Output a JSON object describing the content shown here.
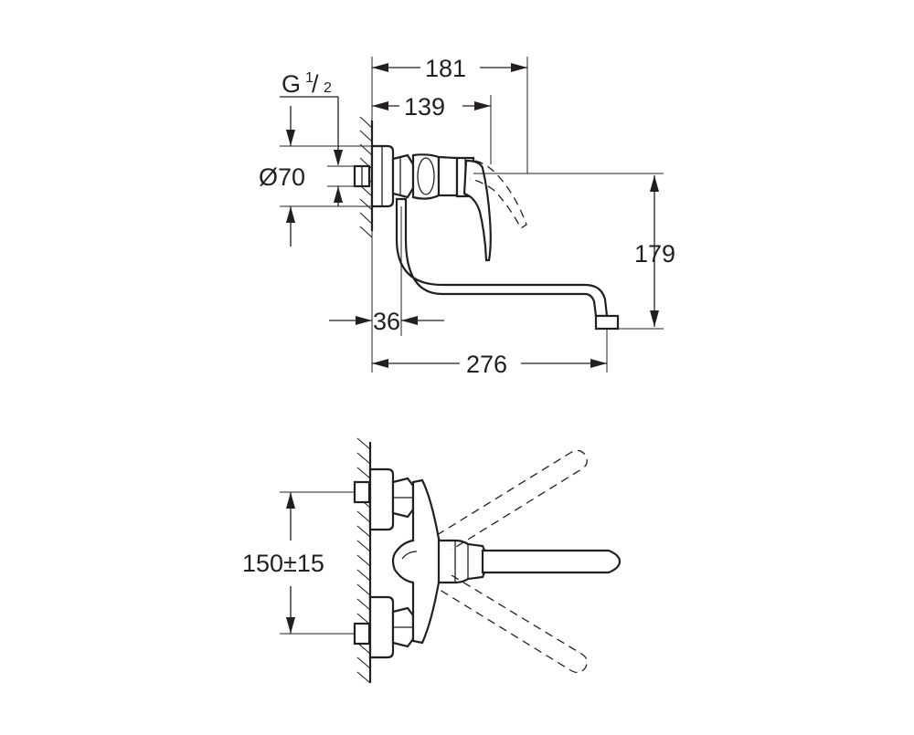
{
  "dimensions": {
    "width_181": "181",
    "width_139": "139",
    "thread_g": "G",
    "thread_fraction_num": "1",
    "thread_fraction_den": "2",
    "diameter": "Ø70",
    "height_179": "179",
    "offset_36": "36",
    "reach_276": "276",
    "centers": "150±15"
  }
}
